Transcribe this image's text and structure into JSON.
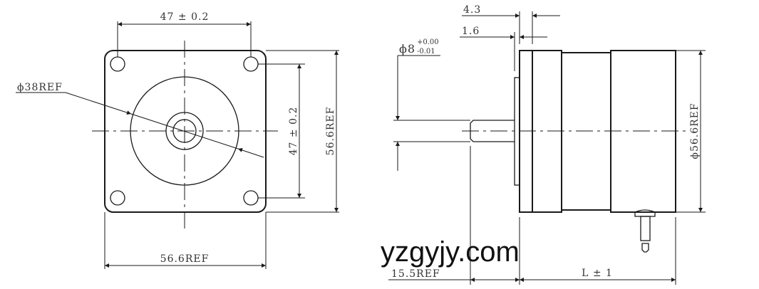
{
  "front_view": {
    "hole_spacing_horizontal": "47 ± 0.2",
    "hole_spacing_vertical": "47 ± 0.2",
    "flange_height": "56.6REF",
    "flange_width": "56.6REF",
    "pilot_diameter": "ϕ38REF"
  },
  "side_view": {
    "dim_4_3": "4.3",
    "dim_1_6": "1.6",
    "shaft_diameter_nominal": "ϕ8",
    "shaft_tol_upper": "+0.00",
    "shaft_tol_lower": "-0.01",
    "body_diameter": "ϕ56.6REF",
    "shaft_length": "15.5REF",
    "body_length": "L ± 1"
  },
  "watermark": "yzgyjy.com",
  "colors": {
    "line": "#1a1a1a",
    "text": "#333333",
    "background": "#ffffff"
  }
}
